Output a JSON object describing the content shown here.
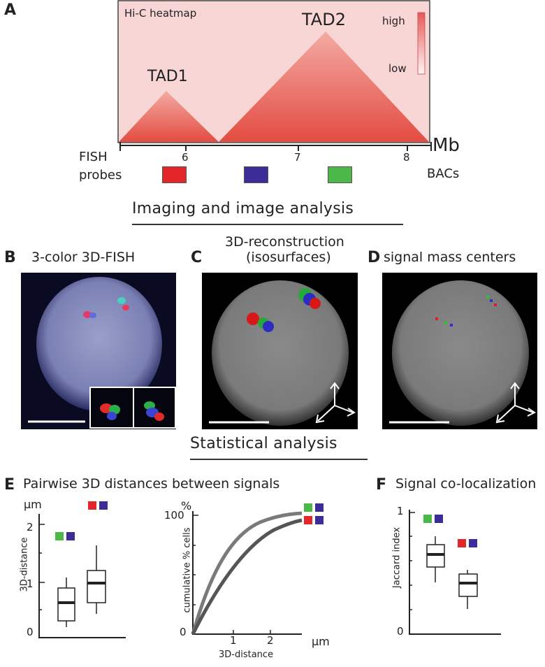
{
  "panel_a": {
    "letter": "A",
    "heatmap_title": "Hi-C heatmap",
    "tad1": "TAD1",
    "tad2": "TAD2",
    "legend_high": "high",
    "legend_low": "low",
    "unit": "Mb",
    "ticks": [
      "6",
      "7",
      "8"
    ],
    "fish_label_1": "FISH",
    "fish_label_2": "probes",
    "bacs_label": "BACs",
    "probe_colors": [
      "#e3262a",
      "#3a2d97",
      "#4cb84a"
    ]
  },
  "section_imaging": "Imaging and image analysis",
  "panel_b": {
    "letter": "B",
    "title": "3-color 3D-FISH"
  },
  "panel_c": {
    "letter": "C",
    "title_1": "3D-reconstruction",
    "title_2": "(isosurfaces)"
  },
  "panel_d": {
    "letter": "D",
    "title": "signal mass centers"
  },
  "section_stats": "Statistical analysis",
  "panel_e": {
    "letter": "E",
    "title": "Pairwise 3D distances between signals",
    "unit": "μm",
    "ylabel": "3D-distance",
    "yticks": [
      "0",
      "1",
      "2"
    ],
    "cum_ylabel": "cumulative % cells",
    "cum_unit": "%",
    "cum_ytick_top": "100",
    "cum_ytick_bottom": "0",
    "cum_xticks": [
      "1",
      "2"
    ],
    "cum_xunit": "μm",
    "cum_xlabel": "3D-distance"
  },
  "panel_f": {
    "letter": "F",
    "title": "Signal co-localization",
    "ylabel": "Jaccard index",
    "yticks": [
      "0",
      "1"
    ]
  },
  "colors": {
    "red": "#e3262a",
    "blue": "#3a2d97",
    "green": "#4cb84a",
    "heat": "#f8d6d6"
  }
}
